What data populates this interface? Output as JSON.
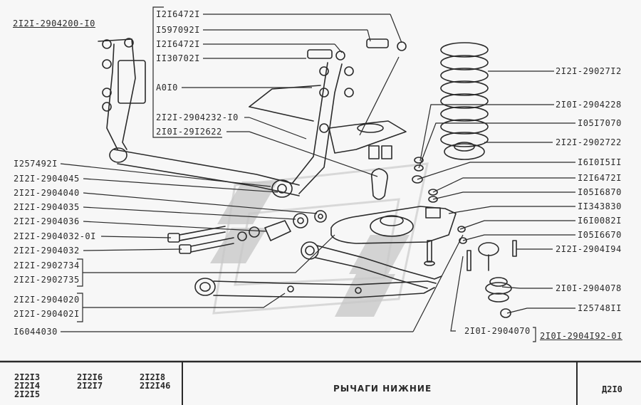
{
  "assembly_label": "2I2I-2904200-I0",
  "top_group_labels": [
    "I2I6472I",
    "I597092I",
    "I2I6472I",
    "II30702I",
    "A0I0",
    "2I2I-2904232-I0",
    "2I0I-29I2622"
  ],
  "left_labels": [
    "I257492I",
    "2I2I-2904045",
    "2I2I-2904040",
    "2I2I-2904035",
    "2I2I-2904036",
    "2I2I-2904032-0I",
    "2I2I-2904032"
  ],
  "bracket_pairs": [
    [
      "2I2I-2902734",
      "2I2I-2902735"
    ],
    [
      "2I2I-2904020",
      "2I2I-290402I"
    ]
  ],
  "bottom_left_label": "I6044030",
  "right_labels": [
    "2I2I-29027I2",
    "2I0I-2904228",
    "I05I7070",
    "2I2I-2902722",
    "I6I0I5II",
    "I2I6472I",
    "I05I6870",
    "II343830",
    "I6I0082I",
    "I05I6670",
    "2I2I-2904I94",
    "2I0I-2904078",
    "I25748II"
  ],
  "bottom_right_labels": {
    "ball_joint": "2I0I-2904070",
    "assembly": "2I0I-2904I92-0I"
  },
  "footer": {
    "models": [
      [
        "2I2I3",
        "2I2I4",
        "2I2I5"
      ],
      [
        "2I2I6",
        "2I2I7"
      ],
      [
        "2I2I8",
        "2I2I46"
      ]
    ],
    "title": "РЫЧАГИ  НИЖНИЕ",
    "code": "Д2I0"
  },
  "colors": {
    "ink": "#2a2a2a",
    "background": "#f7f7f7",
    "watermark": "#cfcfcf"
  }
}
